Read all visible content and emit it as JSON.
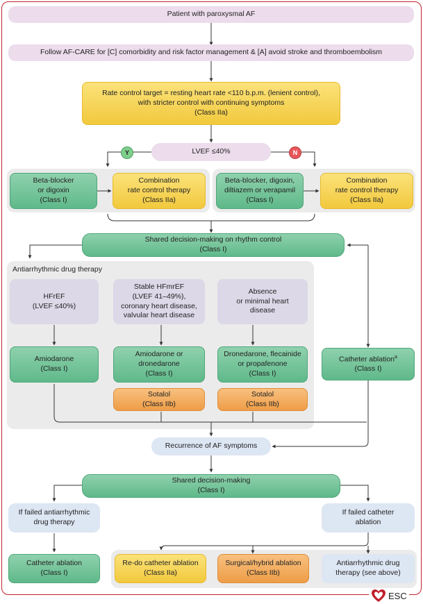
{
  "start": "Patient with paroxysmal AF",
  "afcare": "Follow AF-CARE for [C] comorbidity and risk factor management & [A] avoid stroke and thromboembolism",
  "rate_target": "Rate control target = resting heart rate <110 b.p.m. (lenient control),\nwith stricter control with continuing symptoms\n(Class IIa)",
  "lvef": "LVEF ≤40%",
  "yes": "Y",
  "no": "N",
  "rate_left_1": "Beta-blocker\nor digoxin\n(Class I)",
  "rate_left_2": "Combination\nrate control therapy\n(Class IIa)",
  "rate_right_1": "Beta-blocker, digoxin,\ndiltiazem or verapamil\n(Class I)",
  "rate_right_2": "Combination\nrate control therapy\n(Class IIa)",
  "shared_rhythm": "Shared decision-making on rhythm control\n(Class I)",
  "aad_title": "Antiarrhythmic drug therapy",
  "hfref": "HFrEF\n(LVEF ≤40%)",
  "hfmref": "Stable HFmrEF\n(LVEF 41–49%),\ncoronary heart disease,\nvalvular heart disease",
  "absence": "Absence\nor minimal heart\ndisease",
  "amiodarone": "Amiodarone\n(Class I)",
  "amio_drone": "Amiodarone or\ndronedarone\n(Class I)",
  "drone_flec": "Dronedarone, flecainide\nor propafenone\n(Class I)",
  "sotalol_1": "Sotalol\n(Class IIb)",
  "sotalol_2": "Sotalol\n(Class IIb)",
  "catheter": "Catheter ablation",
  "catheter_sup": "a",
  "catheter_class": "(Class I)",
  "recurrence": "Recurrence of AF symptoms",
  "shared2": "Shared decision-making\n(Class I)",
  "failed_aad": "If failed antiarrhythmic\ndrug therapy",
  "failed_cath": "If failed catheter\nablation",
  "cath2": "Catheter ablation\n(Class I)",
  "redo": "Re-do catheter ablation\n(Class IIa)",
  "surgical": "Surgical/hybrid ablation\n(Class IIb)",
  "aad_see": "Antiarrhythmic drug\ntherapy (see above)",
  "logo": "ESC",
  "colors": {
    "frame": "#c0202a",
    "green": "#5fb98a",
    "yellow": "#f2c93d",
    "orange": "#ee9d47",
    "pink": "#ecdcec",
    "lavender": "#dcd8e8",
    "blue": "#dde6f3",
    "yes_green": "#7fcf8c",
    "no_red": "#e8565a"
  }
}
